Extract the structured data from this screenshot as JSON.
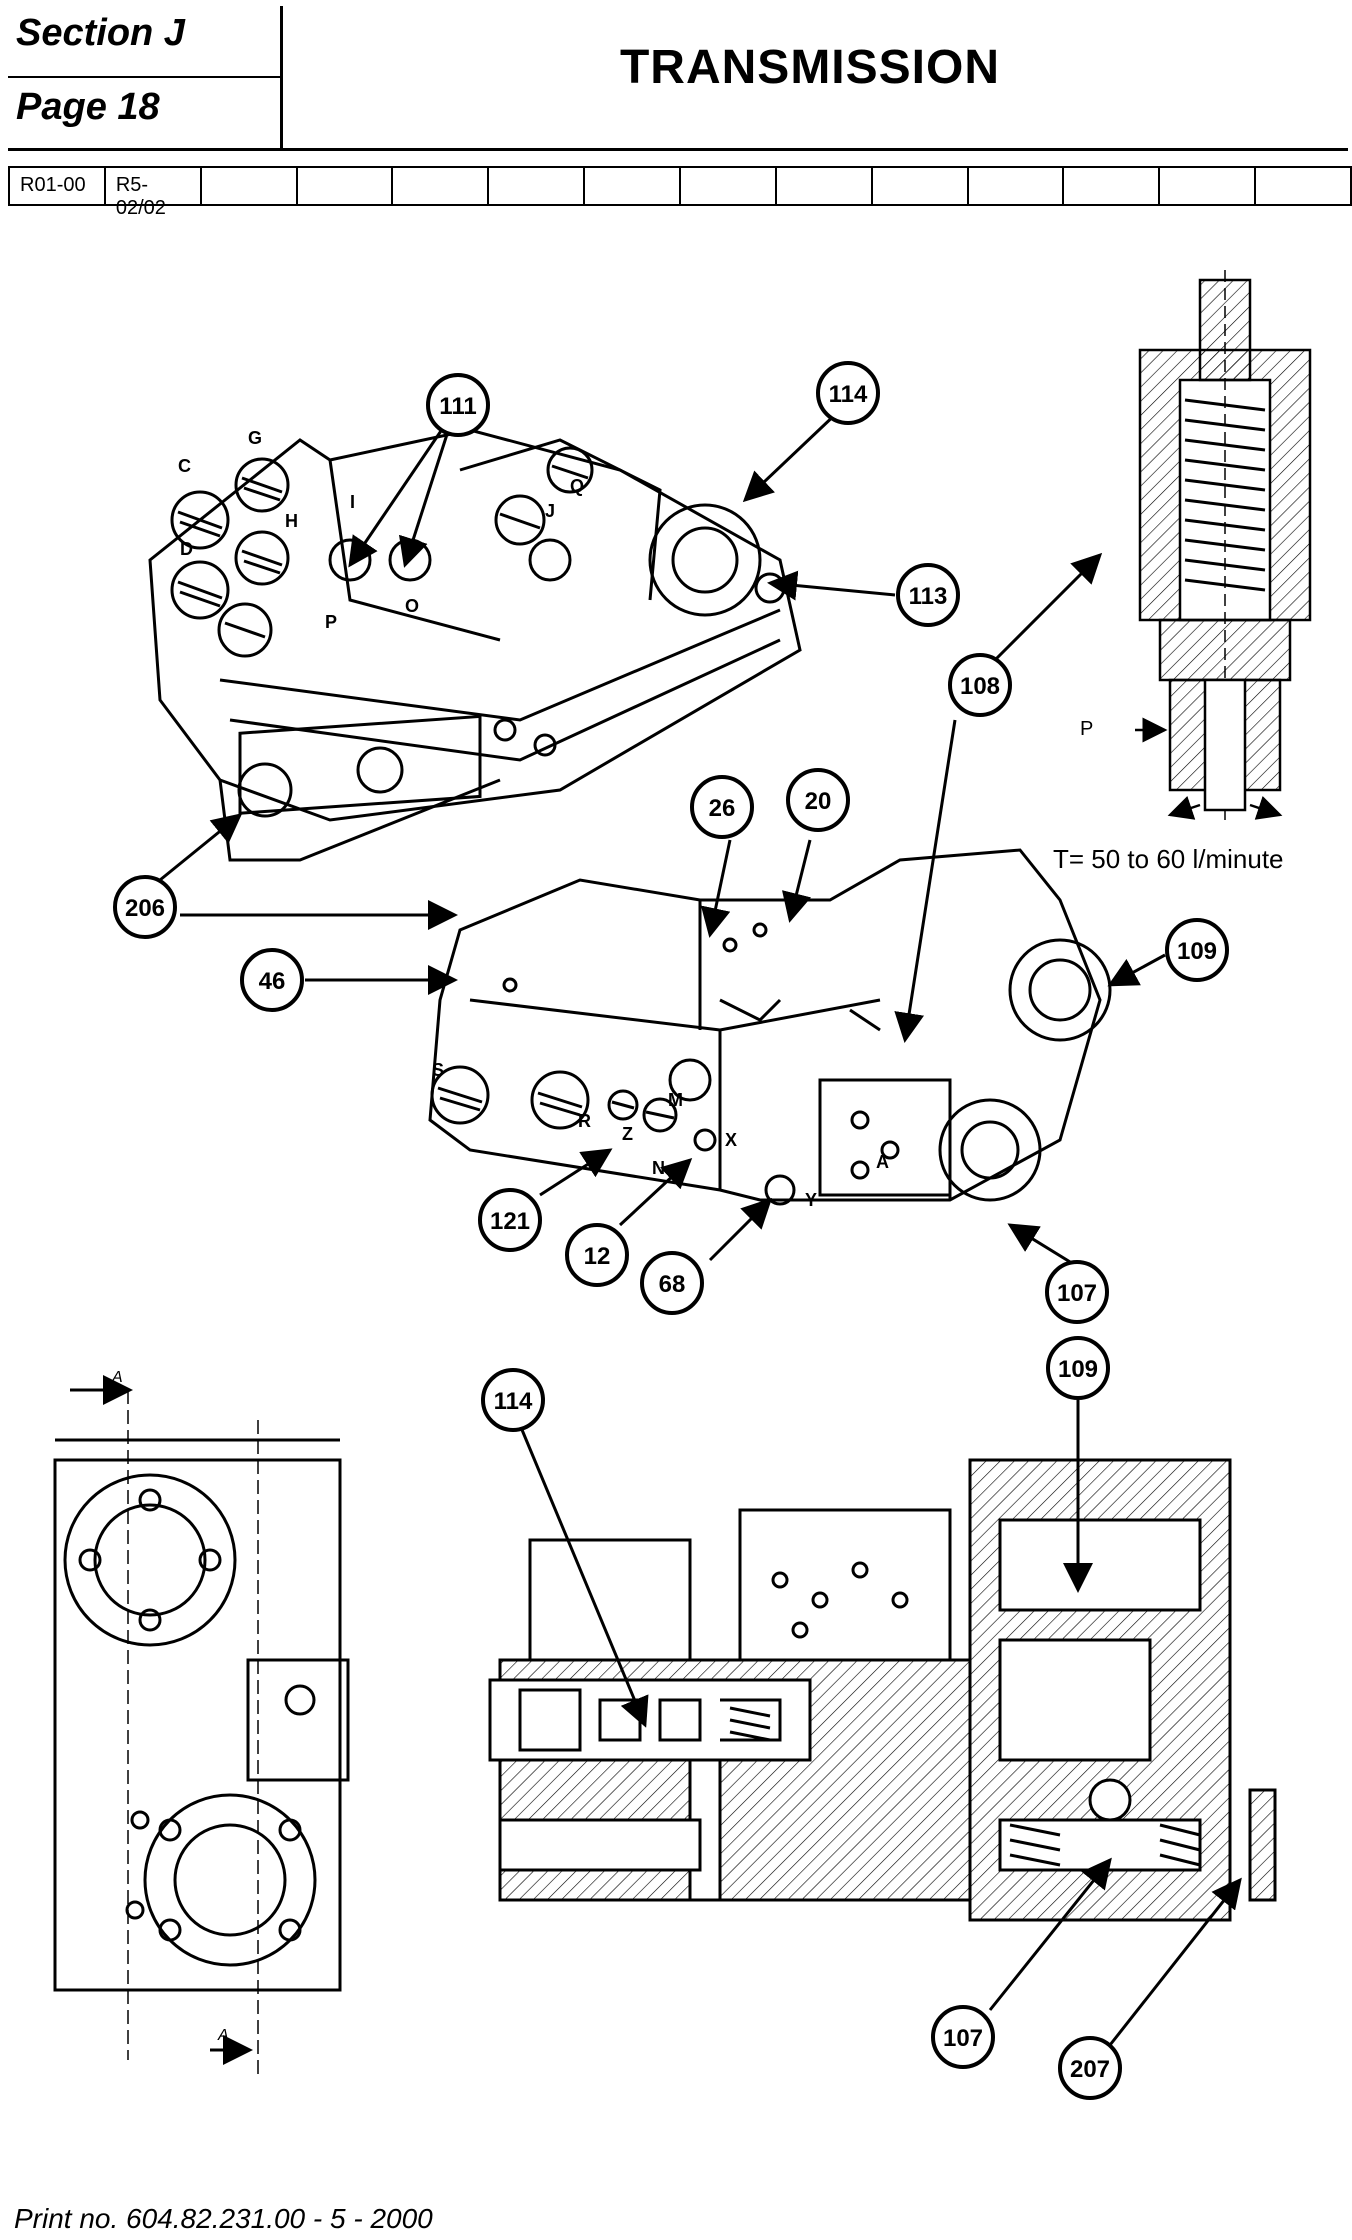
{
  "header": {
    "section": "Section J",
    "page": "Page 18",
    "title": "TRANSMISSION"
  },
  "revisions": [
    "R01-00",
    "R5-02/02",
    "",
    "",
    "",
    "",
    "",
    "",
    "",
    "",
    "",
    "",
    "",
    ""
  ],
  "callouts": {
    "c111": "111",
    "c114a": "114",
    "c113": "113",
    "c108": "108",
    "c206": "206",
    "c26": "26",
    "c20": "20",
    "c46": "46",
    "c109a": "109",
    "c121": "121",
    "c12": "12",
    "c68": "68",
    "c107a": "107",
    "c114b": "114",
    "c109b": "109",
    "c107b": "107",
    "c207": "207"
  },
  "port_letters": {
    "C": "C",
    "G": "G",
    "D": "D",
    "H": "H",
    "I": "I",
    "P": "P",
    "O": "O",
    "J": "J",
    "Q": "Q",
    "S": "S",
    "R": "R",
    "Z": "Z",
    "M": "M",
    "N": "N",
    "X": "X",
    "Y": "Y",
    "A": "A"
  },
  "valve_detail": {
    "p_label": "P",
    "flow_note": "T= 50 to 60 l/minute"
  },
  "section_marks": {
    "top": "A",
    "bottom": "A"
  },
  "footer": "Print no. 604.82.231.00 - 5 - 2000"
}
